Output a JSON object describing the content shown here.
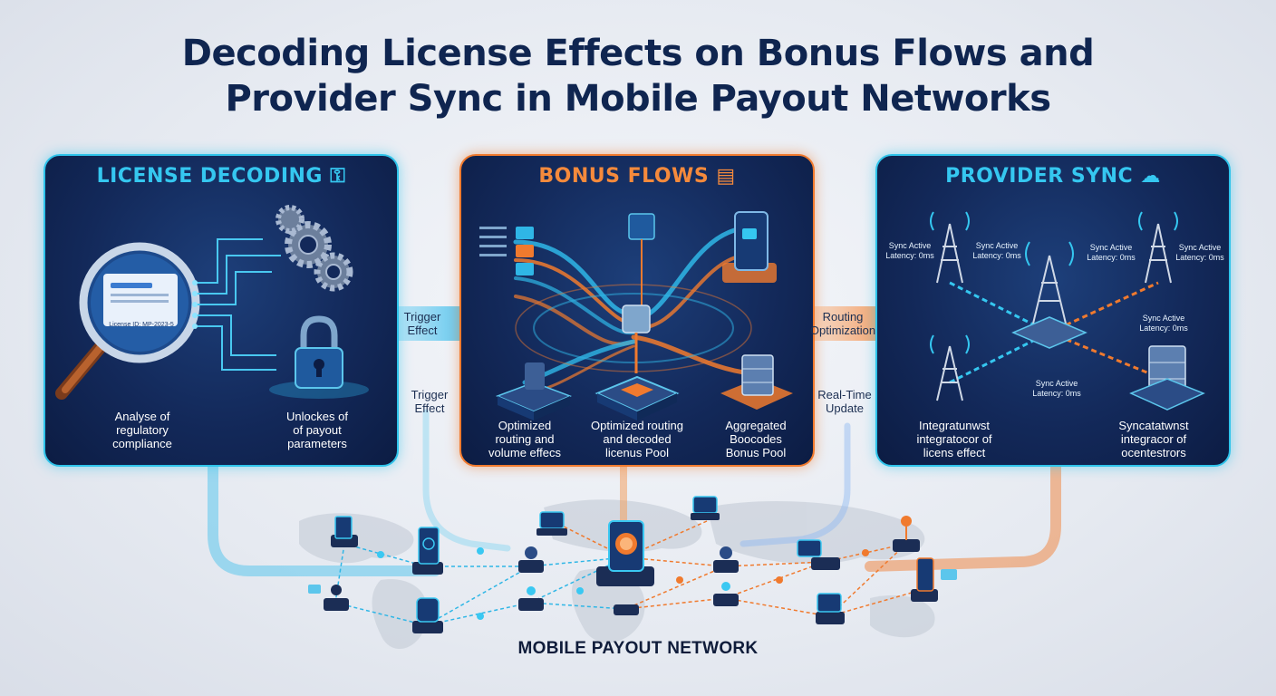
{
  "title": {
    "line1": "Decoding License Effects on Bonus Flows and",
    "line2": "Provider Sync in Mobile Payout Networks"
  },
  "panels": {
    "license": {
      "title": "LICENSE DECODING",
      "icon": "key-icon",
      "document_text": "License ID: MP-2023-5",
      "caption_left": [
        "Analyse of",
        "regulatory",
        "compliance"
      ],
      "caption_right": [
        "Unlockes of",
        "of payout",
        "parameters"
      ]
    },
    "bonus": {
      "title": "BONUS FLOWS",
      "icon": "stack-icon",
      "caption_1": [
        "Optimized",
        "routing and",
        "volume effecs"
      ],
      "caption_2": [
        "Optimized routing",
        "and decoded",
        "licenus Pool"
      ],
      "caption_3": [
        "Aggregated",
        "Boocodes",
        "Bonus Pool"
      ]
    },
    "provider": {
      "title": "PROVIDER SYNC",
      "icon": "cloud-sync-icon",
      "sync_labels": [
        [
          "Sync Active",
          "Latency: 0ms"
        ],
        [
          "Sync Active",
          "Latency: 0ms"
        ],
        [
          "Sync Active",
          "Latency: 0ms"
        ],
        [
          "Sync Active",
          "Latency: 0ms"
        ],
        [
          "Sync Active",
          "Latency: 0ms"
        ],
        [
          "Sync Active",
          "Latency: 0ms"
        ]
      ],
      "caption_left": [
        "Integratunwst",
        "integratocor of",
        "licens effect"
      ],
      "caption_right": [
        "Syncatatwnst",
        "integracor of",
        "ocentestrors"
      ]
    }
  },
  "flows": {
    "arrow1": [
      "Trigger",
      "Effect"
    ],
    "below1": [
      "Trigger",
      "Effect"
    ],
    "arrow2": [
      "Routing",
      "Optimization"
    ],
    "below2": [
      "Real-Time",
      "Update"
    ]
  },
  "network_label": "MOBILE PAYOUT NETWORK",
  "colors": {
    "accent_cyan": "#35c7f0",
    "accent_orange": "#f58a3c",
    "panel_navy": "#13295a",
    "title_navy": "#0f2550"
  }
}
